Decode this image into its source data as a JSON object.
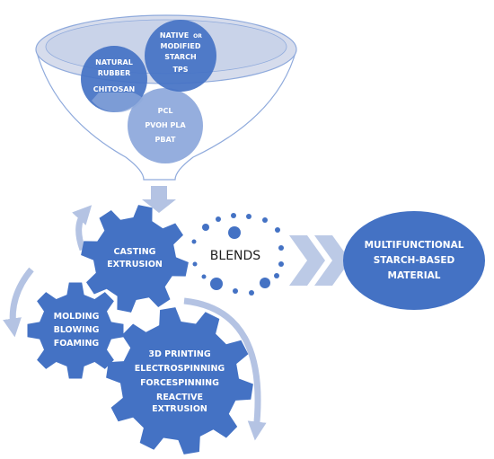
{
  "funnel": {
    "circle_natural_rubber": {
      "line1": "NATURAL",
      "line2": "RUBBER",
      "line3": "CHITOSAN"
    },
    "circle_starch": {
      "line1a": "NATIVE",
      "line1b": "OR",
      "line2": "MODIFIED",
      "line3": "STARCH",
      "line4": "TPS"
    },
    "circle_polymers": {
      "line1": "PCL",
      "line2": "PVOH PLA",
      "line3": "PBAT"
    }
  },
  "gears": {
    "casting": {
      "line1": "CASTING",
      "line2": "EXTRUSION"
    },
    "molding": {
      "line1": "MOLDING",
      "line2": "BLOWING",
      "line3": "FOAMING"
    },
    "printing": {
      "line1": "3D PRINTING",
      "line2": "ELECTROSPINNING",
      "line3": "FORCESPINNING",
      "line4": "REACTIVE",
      "line5": "EXTRUSION"
    }
  },
  "blends_label": "BLENDS",
  "result": {
    "line1": "MULTIFUNCTIONAL",
    "line2": "STARCH-BASED",
    "line3": "MATERIAL"
  },
  "colors": {
    "primary": "#4472c4",
    "circle_light": "#8faadc",
    "circle_overlap": "#a9bde4",
    "funnel_rim": "#d6dcec",
    "arrow_light": "#b4c3e3",
    "chevron": "#bccae6"
  }
}
